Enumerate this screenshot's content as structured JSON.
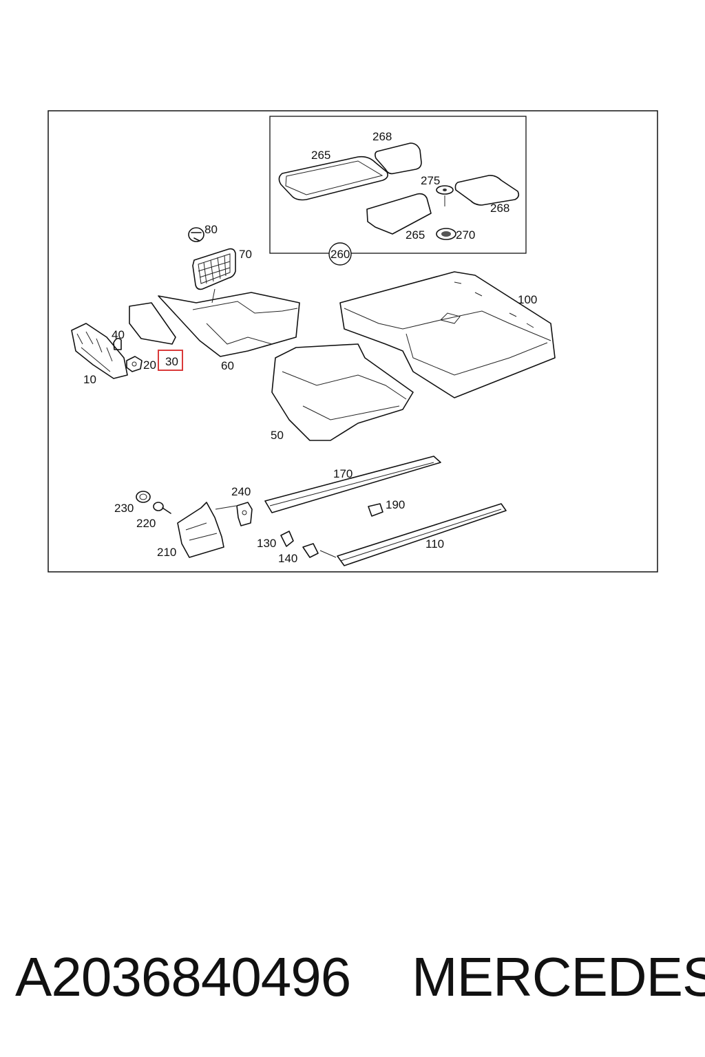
{
  "diagram": {
    "callouts": {
      "c268a": "268",
      "c265a": "265",
      "c275": "275",
      "c268b": "268",
      "c265b": "265",
      "c270": "270",
      "c260": "260",
      "c80": "80",
      "c70": "70",
      "c100": "100",
      "c40": "40",
      "c20": "20",
      "c30": "30",
      "c10": "10",
      "c60": "60",
      "c50": "50",
      "c170": "170",
      "c240": "240",
      "c230": "230",
      "c220": "220",
      "c190": "190",
      "c130": "130",
      "c110": "110",
      "c210": "210",
      "c140": "140"
    },
    "highlighted_callout": "30",
    "highlight_color": "#d93a3a"
  },
  "footer": {
    "part_number": "A2036840496",
    "brand": "MERCEDES"
  }
}
